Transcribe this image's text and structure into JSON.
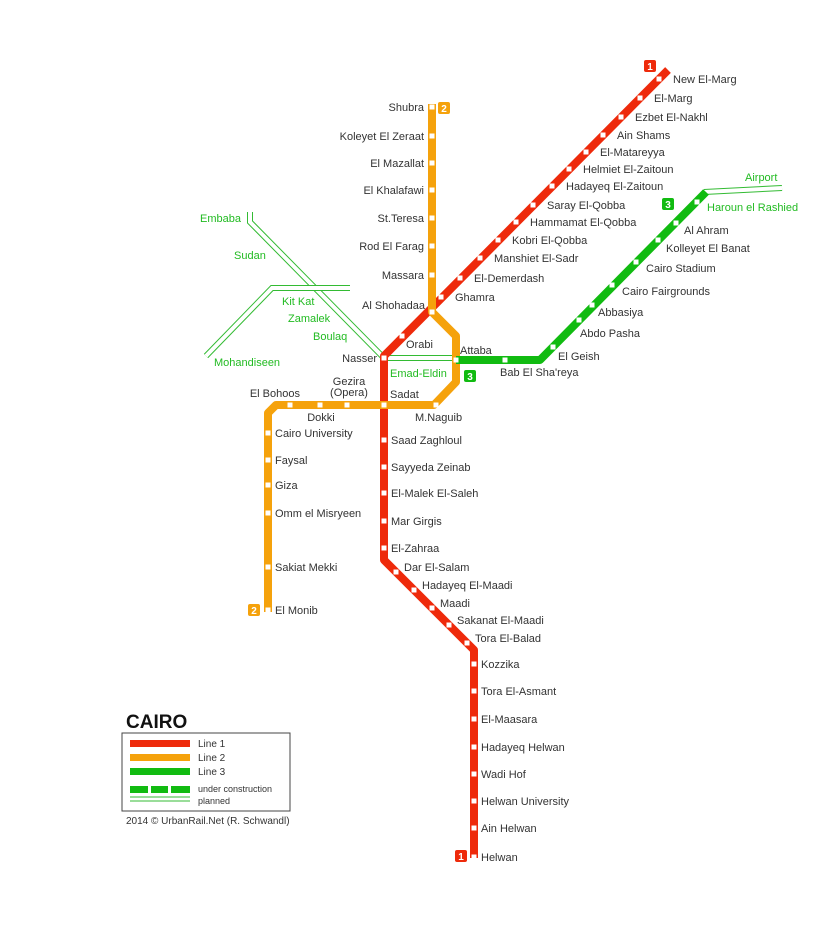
{
  "colors": {
    "line1": "#ee2a0b",
    "line2": "#f5a20c",
    "line3": "#11bb11",
    "planned": "#33bb33"
  },
  "lines": [
    {
      "id": "1",
      "name": "Line 1",
      "badge": "1",
      "stations": [
        "New El-Marg",
        "El-Marg",
        "Ezbet El-Nakhl",
        "Ain Shams",
        "El-Matareyya",
        "Helmiet El-Zaitoun",
        "Hadayeq El-Zaitoun",
        "Saray El-Qobba",
        "Hammamat El-Qobba",
        "Kobri El-Qobba",
        "Manshiet El-Sadr",
        "El-Demerdash",
        "Ghamra",
        "Orabi",
        "Nasser",
        "Sadat",
        "Saad Zaghloul",
        "Sayyeda Zeinab",
        "El-Malek El-Saleh",
        "Mar Girgis",
        "El-Zahraa",
        "Dar El-Salam",
        "Hadayeq El-Maadi",
        "Maadi",
        "Sakanat El-Maadi",
        "Tora El-Balad",
        "Kozzika",
        "Tora El-Asmant",
        "El-Maasara",
        "Hadayeq Helwan",
        "Wadi Hof",
        "Helwan University",
        "Ain Helwan",
        "Helwan"
      ]
    },
    {
      "id": "2",
      "name": "Line 2",
      "badge": "2",
      "stations": [
        "Shubra",
        "Koleyet El Zeraat",
        "El Mazallat",
        "El  Khalafawi",
        "St.Teresa",
        "Rod El Farag",
        "Massara",
        "Al Shohadaa",
        "Attaba",
        "M.Naguib",
        "Gezira",
        "(Opera)",
        "Dokki",
        "El Bohoos",
        "Cairo University",
        "Faysal",
        "Giza",
        "Omm el Misryeen",
        "Sakiat Mekki",
        "El Monib"
      ]
    },
    {
      "id": "3",
      "name": "Line 3",
      "badge": "3",
      "stations": [
        "Bab El Sha'reya",
        "El Geish",
        "Abdo Pasha",
        "Abbasiya",
        "Cairo Fairgrounds",
        "Cairo Stadium",
        "Kolleyet El Banat",
        "Al Ahram",
        "Haroun el Rashied",
        "Airport"
      ]
    }
  ],
  "planned_stations": [
    "Embaba",
    "Sudan",
    "Kit Kat",
    "Zamalek",
    "Boulaq",
    "Mohandiseen",
    "Emad-Eldin"
  ],
  "legend": {
    "title": "CAIRO",
    "items": [
      "Line 1",
      "Line 2",
      "Line 3",
      "under construction",
      "planned"
    ],
    "credit": "2014 © UrbanRail.Net (R. Schwandl)"
  }
}
